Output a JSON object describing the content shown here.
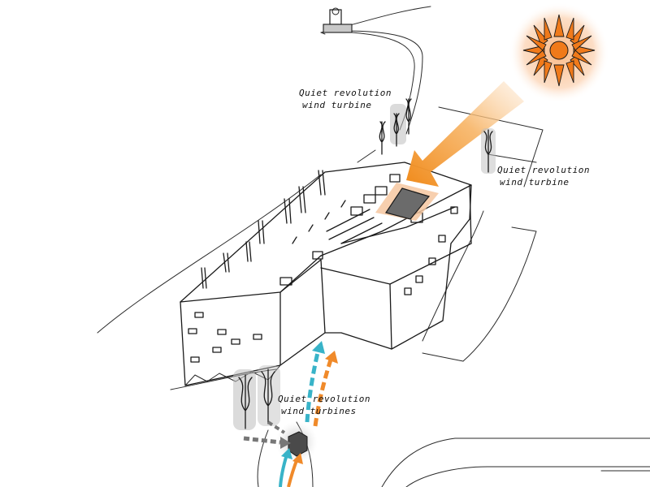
{
  "labels": {
    "turbine_top": [
      "Quiet revolution",
      "wind turbine"
    ],
    "turbine_right": [
      "Quiet revolution",
      "wind turbine"
    ],
    "turbine_bottom": [
      "Quiet revolution",
      "wind turbines"
    ]
  },
  "icons": {
    "sun": "sun-icon",
    "turbine": "vertical-axis-wind-turbine-icon",
    "box": "heat-exchanger-box-icon"
  },
  "colors": {
    "sun_orange": "#f07a1a",
    "sun_glow": "#f9b27a",
    "solar_arrow": "#f39a2b",
    "solar_panel_pad": "#f6c7a0",
    "cool_flow": "#38b3c8",
    "warm_flow": "#f08a2a",
    "turbine_shadow": "#bdbdbd",
    "ink": "#1a1a1a"
  }
}
